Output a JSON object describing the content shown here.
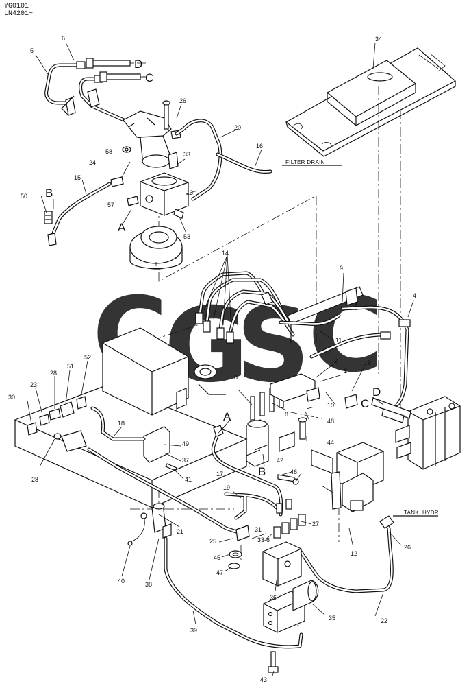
{
  "serial": [
    "YG0101~",
    "LN4201~"
  ],
  "watermark": {
    "letters": [
      "C",
      "G",
      "S",
      "C"
    ],
    "colors": [
      "#4f8ff0",
      "#f08a8a",
      "#f4d35e",
      "#6fbf73"
    ]
  },
  "notes": {
    "filter_drain": "FILTER DRAIN",
    "tank_hydr": "TANK, HYDR"
  },
  "ref_letters": {
    "A": "A",
    "B": "B",
    "C": "C",
    "D": "D"
  },
  "part_numbers": {
    "p1": "1",
    "p2": "2",
    "p3": "3",
    "p4": "4",
    "p5": "5",
    "p6": "6",
    "p8a": "8",
    "p8b": "8",
    "p9": "9",
    "p10": "10",
    "p11": "11",
    "p12": "12",
    "p13": "13",
    "p14": "14",
    "p15": "15",
    "p16": "16",
    "p17": "17",
    "p18": "18",
    "p19": "19",
    "p20": "20",
    "p21": "21",
    "p22": "22",
    "p23": "23",
    "p24": "24",
    "p25": "25",
    "p26a": "26",
    "p26b": "26",
    "p27": "27",
    "p28a": "28",
    "p28b": "28",
    "p30": "30",
    "p31": "31",
    "p33a": "33",
    "p33b": "33-6",
    "p34": "34",
    "p35": "35",
    "p36": "36",
    "p37": "37",
    "p38": "38",
    "p39": "39",
    "p40": "40",
    "p41": "41",
    "p42": "42",
    "p43": "43",
    "p44": "44",
    "p45": "45",
    "p46": "46",
    "p47": "47",
    "p48": "48",
    "p49": "49",
    "p50": "50",
    "p51": "51",
    "p52": "52",
    "p53": "53",
    "p57": "57",
    "p58": "58"
  }
}
